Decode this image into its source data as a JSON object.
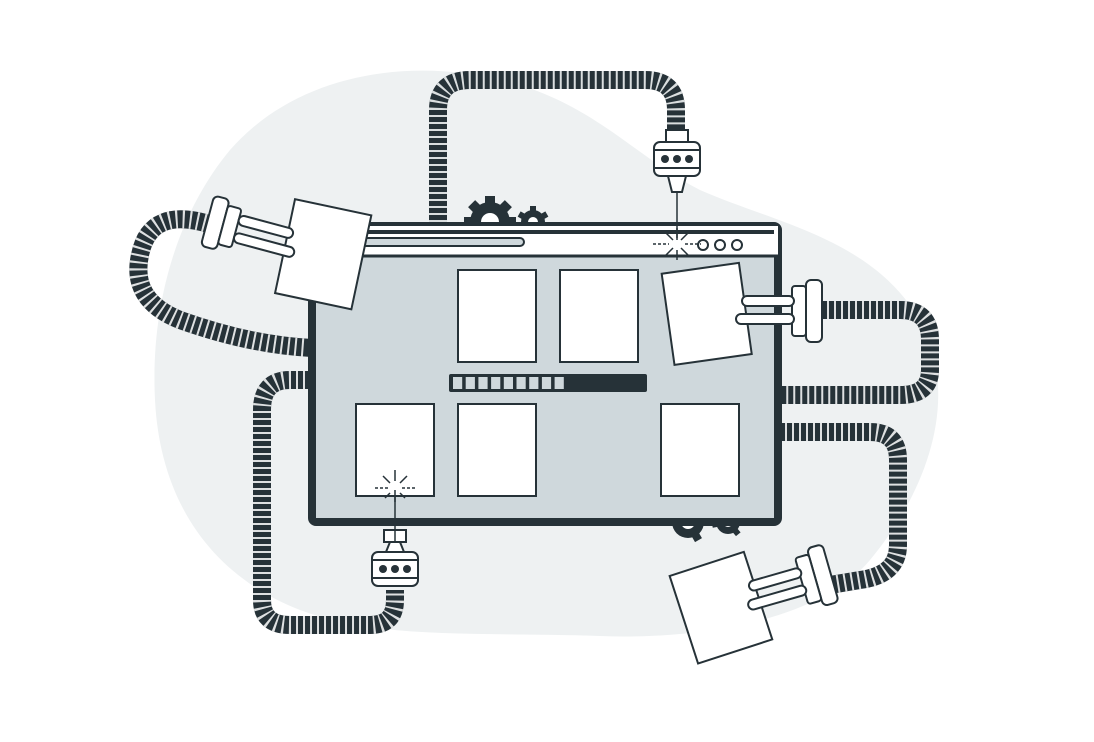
{
  "colors": {
    "ink": "#263238",
    "panel": "#cfd8dc",
    "blob": "#eef1f2",
    "paper": "#ffffff"
  },
  "browser": {
    "progress_fraction": 0.6,
    "window_buttons": [
      "circle-button",
      "circle-button",
      "circle-button"
    ]
  },
  "icons": [
    "gear-icon",
    "plug-icon",
    "spark-icon",
    "robot-arm-connector-icon"
  ]
}
